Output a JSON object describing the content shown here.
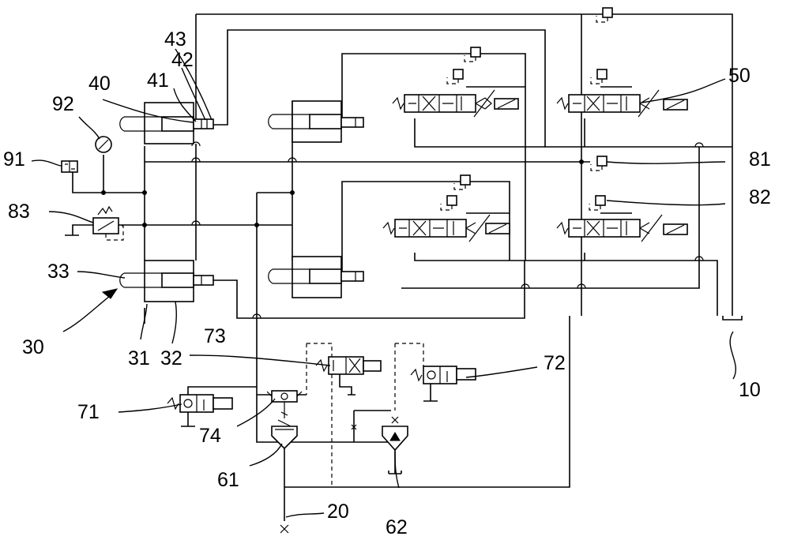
{
  "labels": {
    "l10": "10",
    "l20": "20",
    "l30": "30",
    "l31": "31",
    "l32": "32",
    "l33": "33",
    "l40": "40",
    "l41": "41",
    "l42": "42",
    "l43": "43",
    "l50": "50",
    "l61": "61",
    "l62": "62",
    "l71": "71",
    "l72": "72",
    "l73": "73",
    "l74": "74",
    "l81": "81",
    "l82": "82",
    "l83": "83",
    "l91": "91",
    "l92": "92"
  }
}
